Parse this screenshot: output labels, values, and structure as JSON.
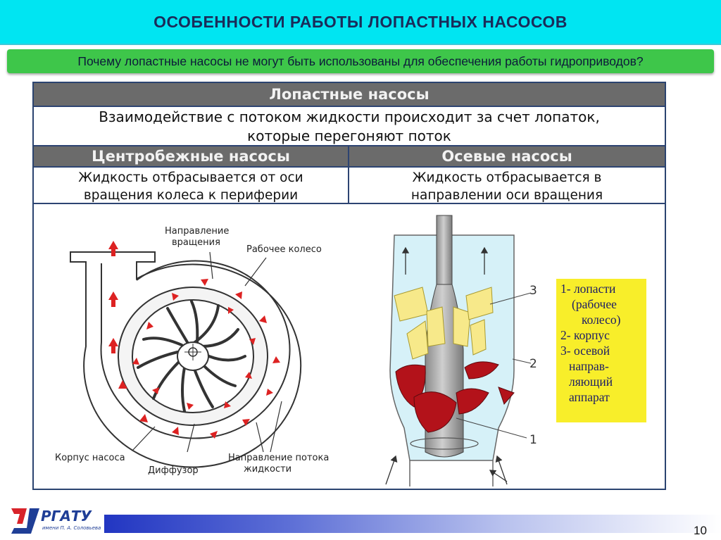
{
  "slide": {
    "title": "ОСОБЕННОСТИ РАБОТЫ ЛОПАСТНЫХ НАСОСОВ",
    "question": "Почему лопастные насосы не могут быть использованы для обеспечения работы гидроприводов?",
    "page_number": "10"
  },
  "table": {
    "header": "Лопастные насосы",
    "description_line1": "Взаимодействие с потоком жидкости происходит за счет лопаток,",
    "description_line2": "которые перегоняют поток",
    "left_header": "Центробежные насосы",
    "right_header": "Осевые насосы",
    "left_text_line1": "Жидкость отбрасывается от оси",
    "left_text_line2": "вращения колеса к периферии",
    "right_text_line1": "Жидкость отбрасывается в",
    "right_text_line2": "направлении  оси вращения"
  },
  "centrifugal_diagram": {
    "label_rotation_1": "Направление",
    "label_rotation_2": "вращения",
    "label_impeller": "Рабочее колесо",
    "label_casing": "Корпус насоса",
    "label_diffuser": "Диффузор",
    "label_flow_1": "Направление потока",
    "label_flow_2": "жидкости"
  },
  "axial_diagram": {
    "num_3": "3",
    "num_2": "2",
    "num_1": "1"
  },
  "legend": {
    "line1": "1- лопасти",
    "line2": "(рабочее",
    "line3": "колесо)",
    "line4": "2- корпус",
    "line5": "3- осевой",
    "line6": "направ-",
    "line7": "ляющий",
    "line8": "аппарат"
  },
  "logo": {
    "name": "РГАТУ",
    "subtitle": "имени П. А. Соловьева"
  },
  "colors": {
    "title_bar": "#00e5f2",
    "question_bar": "#3ec64a",
    "table_header": "#6b6b6b",
    "frame_border": "#2b4470",
    "legend_bg": "#f8ee2a",
    "blade_red": "#b3121a",
    "guide_yellow": "#f7e98a",
    "housing_blue": "#d6f1f8"
  }
}
